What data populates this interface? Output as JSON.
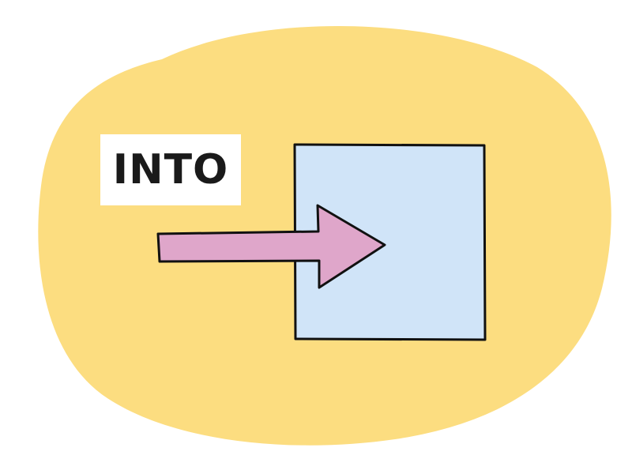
{
  "label": {
    "text": "INTO"
  },
  "colors": {
    "background": "#ffffff",
    "blob": "#fcdd80",
    "box_fill": "#d0e4f8",
    "arrow_fill": "#dfa6ca",
    "outline": "#111111",
    "label_background": "#ffffff",
    "label_text": "#1a1a1a"
  },
  "icons": {
    "blob": "rounded-yellow-blob",
    "container": "square-box",
    "arrow": "right-arrow-icon"
  }
}
